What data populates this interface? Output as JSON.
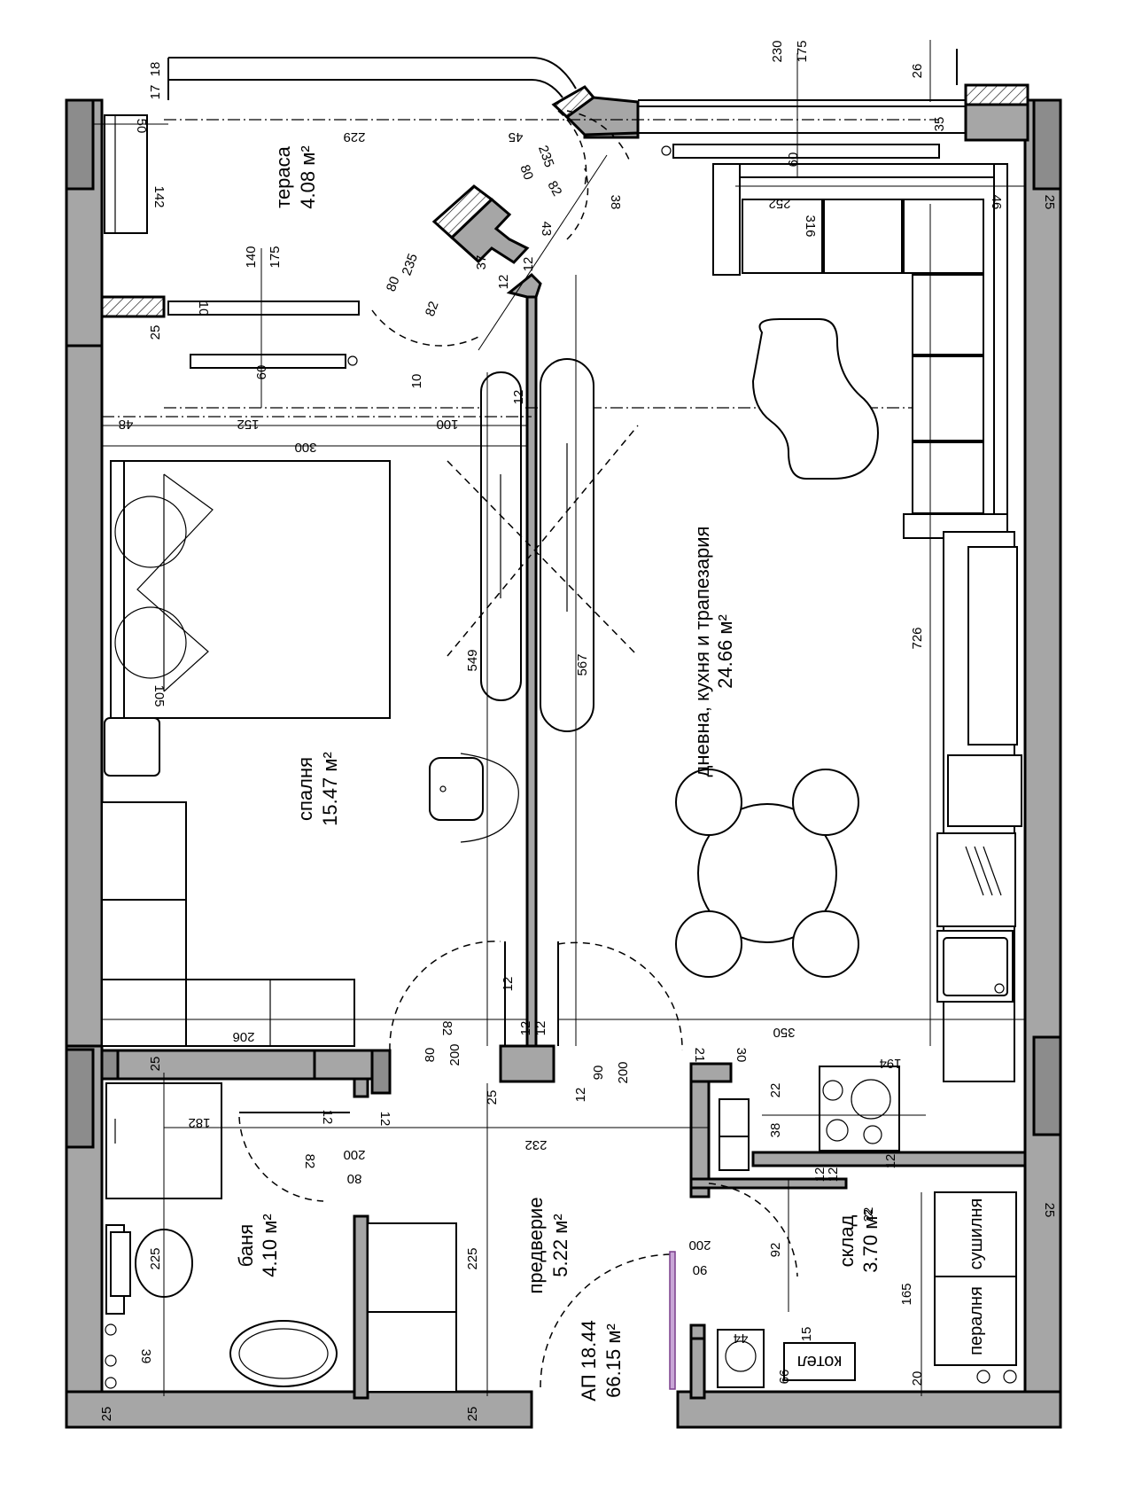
{
  "rooms": {
    "terrace": {
      "name": "тераса",
      "area": "4.08 м²"
    },
    "living": {
      "name": "дневна, кухня и трапезария",
      "area": "24.66 м²"
    },
    "bedroom": {
      "name": "спалня",
      "area": "15.47 м²"
    },
    "hall": {
      "name": "предверие",
      "area": "5.22 м²"
    },
    "bath": {
      "name": "баня",
      "area": "4.10 м²"
    },
    "storage": {
      "name": "склад",
      "area": "3.70 м²"
    },
    "apartment": {
      "name": "АП 18.44",
      "area": "66.15 м²"
    }
  },
  "appliances": {
    "boiler": "котел",
    "washer": "пералня",
    "dryer": "сушилня"
  },
  "dimensions": {
    "d17": "17",
    "d18": "18",
    "d50": "50",
    "d229": "229",
    "d45": "45",
    "d235a": "235",
    "d80a": "80",
    "d142": "142",
    "d140": "140",
    "d175a": "175",
    "d10a": "10",
    "d25a": "25",
    "d60a": "60",
    "d82a": "82",
    "d235b": "235",
    "d80b": "80",
    "d82b": "82",
    "d37": "37",
    "d12a": "12",
    "d12b": "12",
    "d43": "43",
    "d10b": "10",
    "d48": "48",
    "d152": "152",
    "d100": "100",
    "d12c": "12",
    "d300": "300",
    "d230": "230",
    "d175b": "175",
    "d26": "26",
    "d35": "35",
    "d60b": "60",
    "d38a": "38",
    "d46": "46",
    "d252": "252",
    "d316": "316",
    "d25b": "25",
    "d549": "549",
    "d567": "567",
    "d726": "726",
    "d105": "105",
    "d12d": "12",
    "d206": "206",
    "d82c": "82",
    "d80c": "80",
    "d200a": "200",
    "d12e": "12",
    "d12f": "12",
    "d25c": "25",
    "d90a": "90",
    "d200b": "200",
    "d12g": "12",
    "d25d": "25",
    "d21": "21",
    "d30": "30",
    "d350": "350",
    "d194": "194",
    "d182": "182",
    "d12h": "12",
    "d12i": "12",
    "d200c": "200",
    "d80d": "80",
    "d82d": "82",
    "d232": "232",
    "d22": "22",
    "d38b": "38",
    "d12j": "12",
    "d12k": "12",
    "d12l": "12",
    "d225a": "225",
    "d225b": "225",
    "d200d": "200",
    "d90b": "90",
    "d92": "92",
    "d22b": "22",
    "d165": "165",
    "d25e": "25",
    "d15": "15",
    "d44": "44",
    "d66": "66",
    "d20": "20",
    "d39": "39",
    "d25f": "25",
    "d25g": "25"
  }
}
